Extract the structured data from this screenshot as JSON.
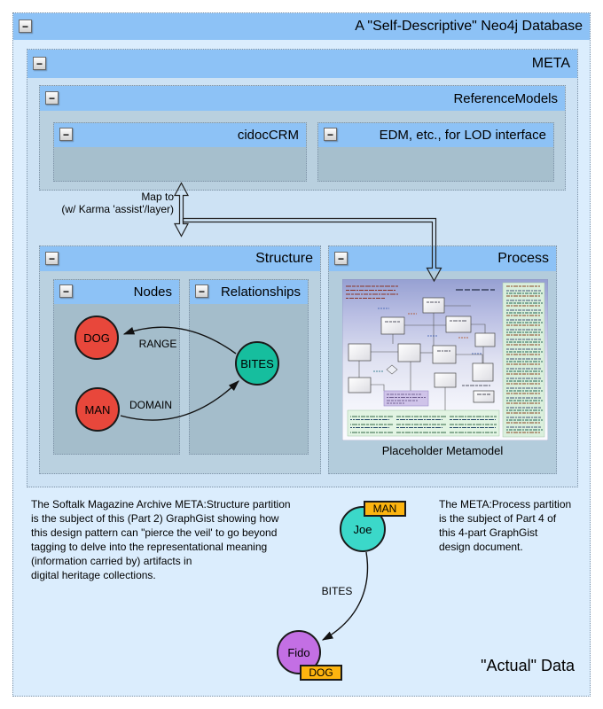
{
  "icons": {
    "collapse": "−"
  },
  "outer": {
    "title": "A \"Self-Descriptive\" Neo4j Database"
  },
  "meta": {
    "title": "META"
  },
  "reference_models": {
    "title": "ReferenceModels",
    "cidoc_title": "cidocCRM",
    "edm_title": "EDM, etc., for LOD interface"
  },
  "map_to": {
    "text": "Map to\n(w/ Karma 'assist'/layer)"
  },
  "structure": {
    "title": "Structure",
    "nodes_title": "Nodes",
    "relationships_title": "Relationships",
    "node_dog": "DOG",
    "node_man": "MAN",
    "node_bites": "BITES",
    "label_range": "RANGE",
    "label_domain": "DOMAIN"
  },
  "process": {
    "title": "Process",
    "caption": "Placeholder Metamodel"
  },
  "actual": {
    "left_note": "The Softalk Magazine Archive META:Structure partition\nis the subject of this (Part 2) GraphGist showing how\nthis design pattern can \"pierce the veil' to go beyond\ntagging to delve into the representational meaning\n(information carried by) artifacts in\ndigital heritage collections.",
    "right_note": "The META:Process partition\nis the subject of Part 4 of\nthis 4-part GraphGist\ndesign document.",
    "node_joe": "Joe",
    "tag_man": "MAN",
    "edge_bites": "BITES",
    "node_fido": "Fido",
    "tag_dog": "DOG",
    "section_label": "\"Actual\" Data"
  },
  "colors": {
    "title_bar": "#8dc2f6",
    "outer_body": "#dbedfd",
    "meta_body": "#cde2f4",
    "partition_body": "#b9d0df",
    "inner_body": "#a6bfcd",
    "node_red": "#e8473b",
    "node_green": "#16be9e",
    "node_teal": "#3bd8c9",
    "node_purple": "#c36fe4",
    "tag_yellow": "#fcb40f"
  }
}
